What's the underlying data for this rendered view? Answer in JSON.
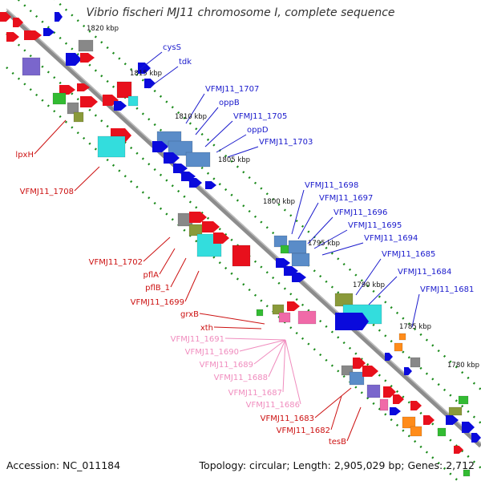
{
  "title": "Vibrio fischeri MJ11 chromosome I, complete sequence",
  "footer": {
    "accession_label": "Accession:",
    "accession": "NC_011184",
    "topology_label": "Topology:",
    "topology": "circular",
    "length_label": "Length:",
    "length": "2,905,029 bp",
    "genes_label": "Genes:",
    "genes": "2,712"
  },
  "colors": {
    "backbone": "#8c8c8c",
    "tick": "#1a8a1a",
    "forward_label": "#1a1acc",
    "reverse_label": "#cc1111",
    "rna_label": "#f08cbe",
    "gene_blue": "#0a0adc",
    "gene_red": "#e8101c",
    "gene_cyan": "#33dddd",
    "gene_steelblue": "#5a8cc8",
    "gene_gray": "#888888",
    "gene_olive": "#8a9a3a",
    "gene_green": "#33bb33",
    "gene_purple": "#7a66cc",
    "gene_pink": "#f06aa8",
    "gene_orange": "#ff8c1a"
  },
  "scale_labels": [
    "1820 kbp",
    "1815 kbp",
    "1810 kbp",
    "1805 kbp",
    "1800 kbp",
    "1795 kbp",
    "1790 kbp",
    "1785 kbp",
    "1780 kbp"
  ],
  "forward_genes": [
    "cysS",
    "tdk",
    "VFMJ11_1707",
    "oppB",
    "VFMJ11_1705",
    "oppD",
    "VFMJ11_1703",
    "VFMJ11_1698",
    "VFMJ11_1697",
    "VFMJ11_1696",
    "VFMJ11_1695",
    "VFMJ11_1694",
    "VFMJ11_1685",
    "VFMJ11_1684",
    "VFMJ11_1681"
  ],
  "reverse_genes": [
    "lpxH",
    "VFMJ11_1708",
    "VFMJ11_1702",
    "pflA",
    "pflB_1",
    "VFMJ11_1699",
    "grxB",
    "xth",
    "VFMJ11_1683",
    "VFMJ11_1682",
    "tesB"
  ],
  "rna_genes": [
    "VFMJ11_1691",
    "VFMJ11_1690",
    "VFMJ11_1689",
    "VFMJ11_1688",
    "VFMJ11_1687",
    "VFMJ11_1686"
  ]
}
